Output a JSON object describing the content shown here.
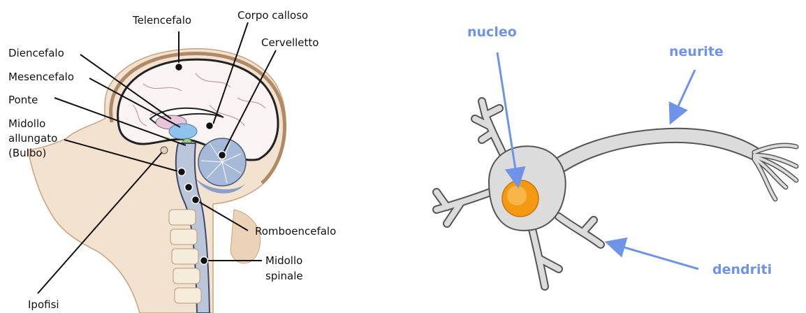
{
  "brain": {
    "labels": {
      "telencefalo": "Telencefalo",
      "corpo_calloso": "Corpo calloso",
      "cervelletto": "Cervelletto",
      "diencefalo": "Diencefalo",
      "mesencefalo": "Mesencefalo",
      "ponte": "Ponte",
      "midollo_allungato": [
        "Midollo",
        "allungato",
        "(Bulbo)"
      ],
      "romboencefalo": "Romboencefalo",
      "midollo_spinale": [
        "Midollo",
        "spinale"
      ],
      "ipofisi": "Ipofisi"
    }
  },
  "neuron": {
    "labels": {
      "nucleo": "nucleo",
      "neurite": "neurite",
      "dendriti": "dendriti"
    },
    "colors": {
      "label": "#6f93e8",
      "arrow": "#6f93e8",
      "nucleus": "#f39a12",
      "body": "#dcdcdc",
      "outline": "#555555"
    }
  }
}
